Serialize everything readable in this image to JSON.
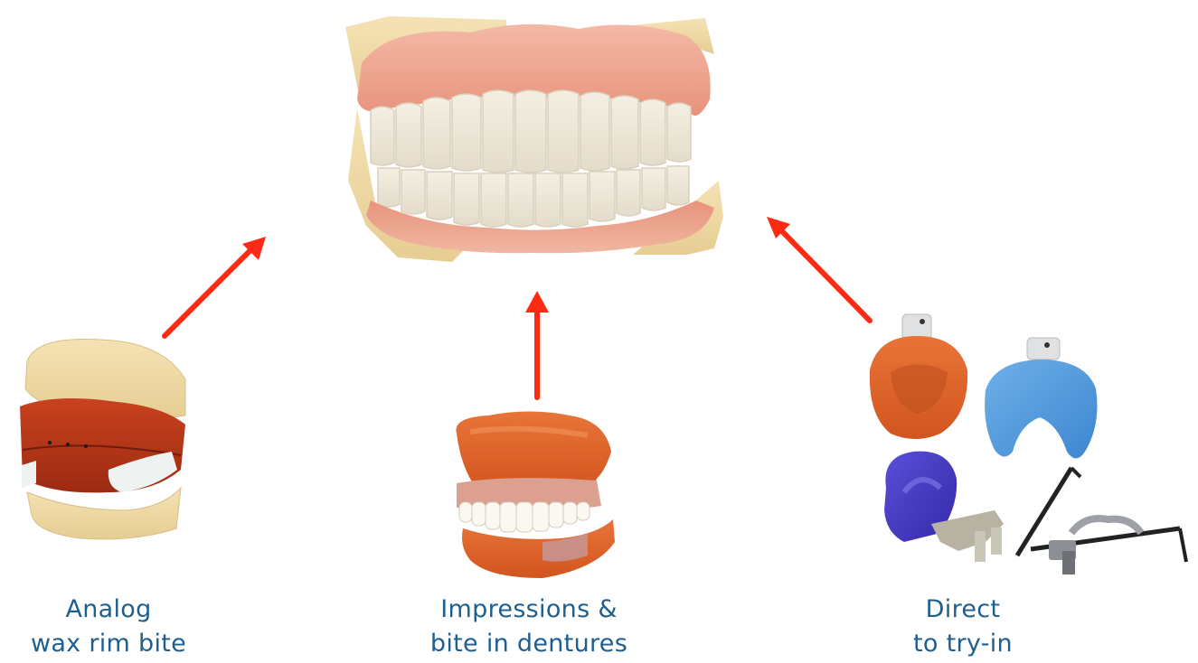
{
  "colors": {
    "arrow": "#ff2a14",
    "caption": "#1f5f8e"
  },
  "images": {
    "top": "final-denture-photo",
    "left": "articulated-wax-rim-model-photo",
    "center": "dentures-with-impression-material-photo",
    "right": "impression-trays-and-bite-registration-photo"
  },
  "captions": {
    "left": {
      "line1": "Analog",
      "line2": "wax rim bite"
    },
    "center": {
      "line1": "Impressions &",
      "line2": "bite in dentures"
    },
    "right": {
      "line1": "Direct",
      "line2": "to try-in"
    }
  }
}
